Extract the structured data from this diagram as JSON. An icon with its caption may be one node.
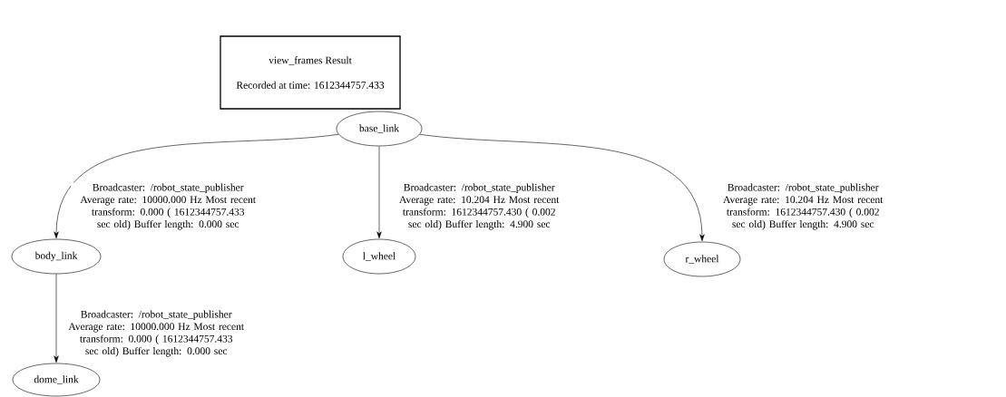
{
  "diagram": {
    "nodes": [
      {
        "text": [
          "view_frames Result",
          "Recorded at time: 1612344757.433"
        ]
      },
      {
        "text": [
          "base_link"
        ]
      },
      {
        "text": [
          "body_link"
        ]
      },
      {
        "text": [
          "l_wheel"
        ]
      },
      {
        "text": [
          "r_wheel"
        ]
      },
      {
        "text": [
          "dome_link"
        ]
      }
    ],
    "edges": [
      {
        "from": 1,
        "to": 2,
        "arrow": "to",
        "label": "Broadcaster: /robot_state_publisher Average rate: 10000.000 Hz Most recent transform: 0.000 ( 1612344757.433 sec old) Buffer length: 0.000 sec"
      },
      {
        "from": 1,
        "to": 3,
        "arrow": "to",
        "label": "Broadcaster: /robot_state_publisher Average rate: 10.204 Hz Most recent transform: 1612344757.430 ( 0.002 sec old) Buffer length: 4.900 sec"
      },
      {
        "from": 1,
        "to": 4,
        "arrow": "to",
        "label": "Broadcaster: /robot_state_publisher Average rate: 10.204 Hz Most recent transform: 1612344757.430 ( 0.002 sec old) Buffer length: 4.900 sec"
      },
      {
        "from": 2,
        "to": 5,
        "arrow": "to",
        "label": "Broadcaster: /robot_state_publisher Average rate: 10000.000 Hz Most recent transform: 0.000 ( 1612344757.433 sec old) Buffer length: 0.000 sec"
      }
    ]
  }
}
